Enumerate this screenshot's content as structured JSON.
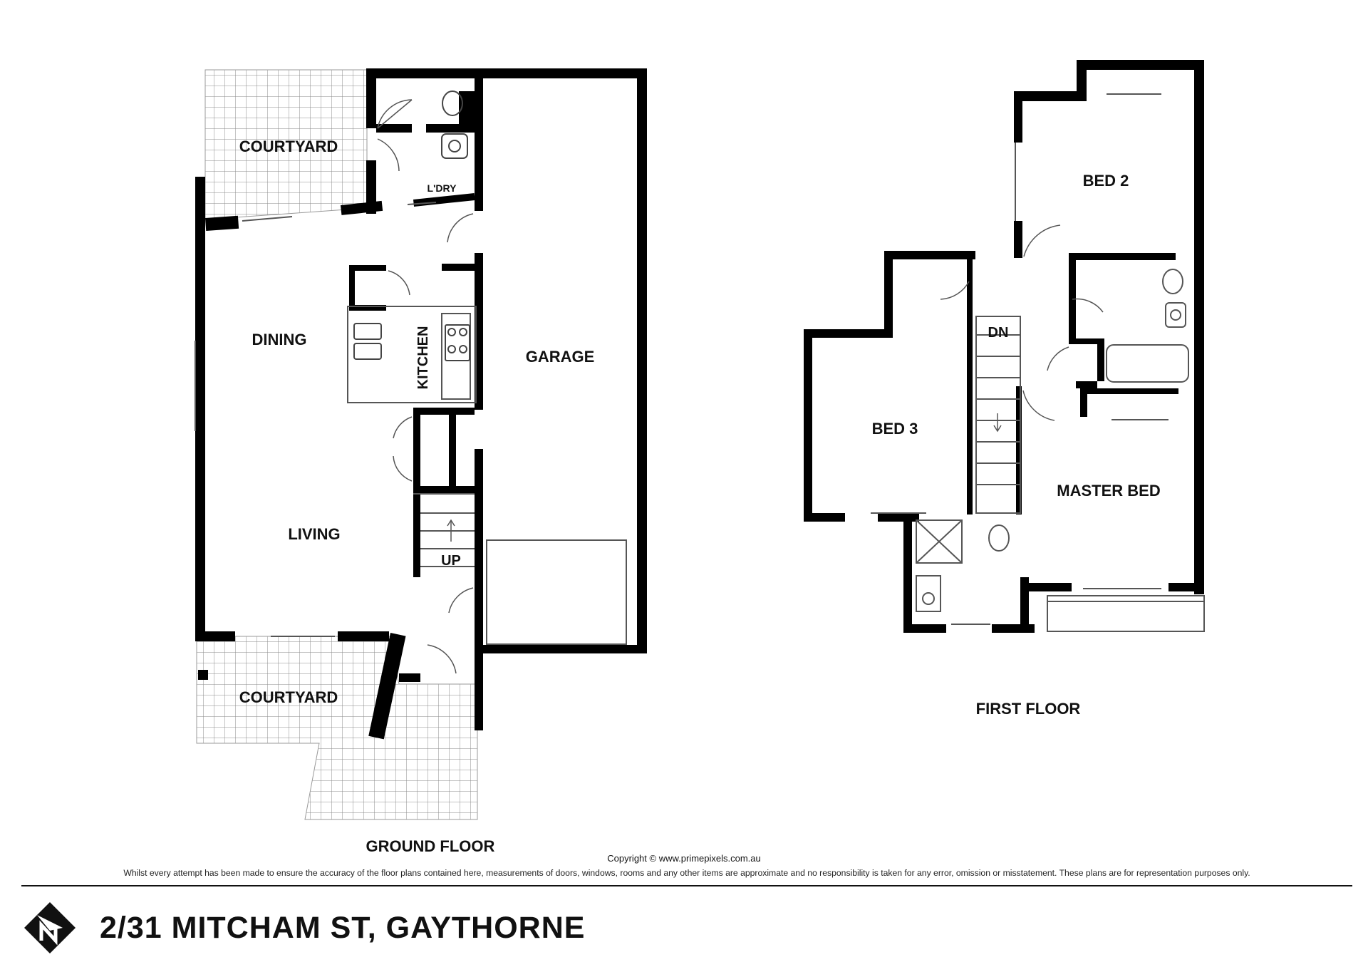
{
  "ground_floor": {
    "label": "GROUND FLOOR",
    "rooms": {
      "courtyard_top": "COURTYARD",
      "laundry": "L'DRY",
      "dining": "DINING",
      "kitchen": "KITCHEN",
      "garage": "GARAGE",
      "living": "LIVING",
      "stairs": "UP",
      "courtyard_bottom": "COURTYARD"
    }
  },
  "first_floor": {
    "label": "FIRST FLOOR",
    "rooms": {
      "bed2": "BED 2",
      "bed3": "BED 3",
      "stairs": "DN",
      "master": "MASTER BED"
    }
  },
  "footer": {
    "copyright": "Copyright © www.primepixels.com.au",
    "disclaimer": "Whilst every attempt has been made to ensure the accuracy of the floor plans contained here, measurements of doors, windows, rooms and any other items are approximate and no responsibility is taken for any error, omission or misstatement. These plans are for representation purposes only.",
    "address": "2/31 MITCHAM ST, GAYTHORNE"
  },
  "icons": {
    "north": "north-arrow-icon"
  }
}
